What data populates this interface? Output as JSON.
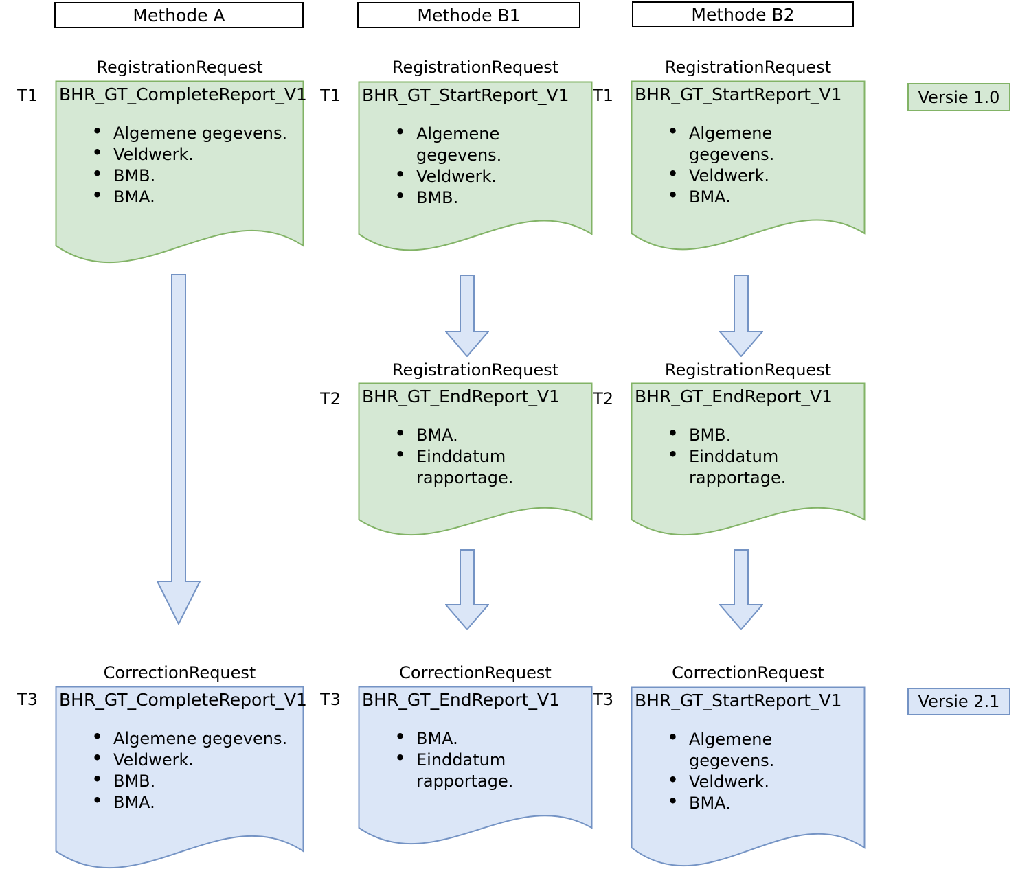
{
  "colors": {
    "green_fill": "#d5e8d4",
    "green_stroke": "#82b366",
    "blue_fill": "#dbe6f7",
    "blue_stroke": "#7493c4",
    "arrow_fill": "#dbe6f7",
    "arrow_stroke": "#7493c4",
    "header_border": "#000000",
    "text": "#000000"
  },
  "method_headers": [
    {
      "label": "Methode A"
    },
    {
      "label": "Methode B1"
    },
    {
      "label": "Methode B2"
    }
  ],
  "version_badges": [
    {
      "label": "Versie 1.0"
    },
    {
      "label": "Versie 2.1"
    }
  ],
  "docs": {
    "a_t1": {
      "request_type": "RegistrationRequest",
      "time": "T1",
      "title": "BHR_GT_CompleteReport_V1",
      "bullets": [
        "Algemene gegevens.",
        "Veldwerk.",
        "BMB.",
        "BMA."
      ]
    },
    "b1_t1": {
      "request_type": "RegistrationRequest",
      "time": "T1",
      "title": "BHR_GT_StartReport_V1",
      "bullets": [
        "Algemene gegevens.",
        "Veldwerk.",
        "BMB."
      ]
    },
    "b2_t1": {
      "request_type": "RegistrationRequest",
      "time": "T1",
      "title": "BHR_GT_StartReport_V1",
      "bullets": [
        "Algemene gegevens.",
        "Veldwerk.",
        "BMA."
      ]
    },
    "b1_t2": {
      "request_type": "RegistrationRequest",
      "time": "T2",
      "title": "BHR_GT_EndReport_V1",
      "bullets": [
        "BMA.",
        "Einddatum rapportage."
      ]
    },
    "b2_t2": {
      "request_type": "RegistrationRequest",
      "time": "T2",
      "title": "BHR_GT_EndReport_V1",
      "bullets": [
        "BMB.",
        "Einddatum rapportage."
      ]
    },
    "a_t3": {
      "request_type": "CorrectionRequest",
      "time": "T3",
      "title": "BHR_GT_CompleteReport_V1",
      "bullets": [
        "Algemene gegevens.",
        "Veldwerk.",
        "BMB.",
        "BMA."
      ]
    },
    "b1_t3": {
      "request_type": "CorrectionRequest",
      "time": "T3",
      "title": "BHR_GT_EndReport_V1",
      "bullets": [
        "BMA.",
        "Einddatum rapportage."
      ]
    },
    "b2_t3": {
      "request_type": "CorrectionRequest",
      "time": "T3",
      "title": "BHR_GT_StartReport_V1",
      "bullets": [
        "Algemene gegevens.",
        "Veldwerk.",
        "BMA."
      ]
    }
  }
}
